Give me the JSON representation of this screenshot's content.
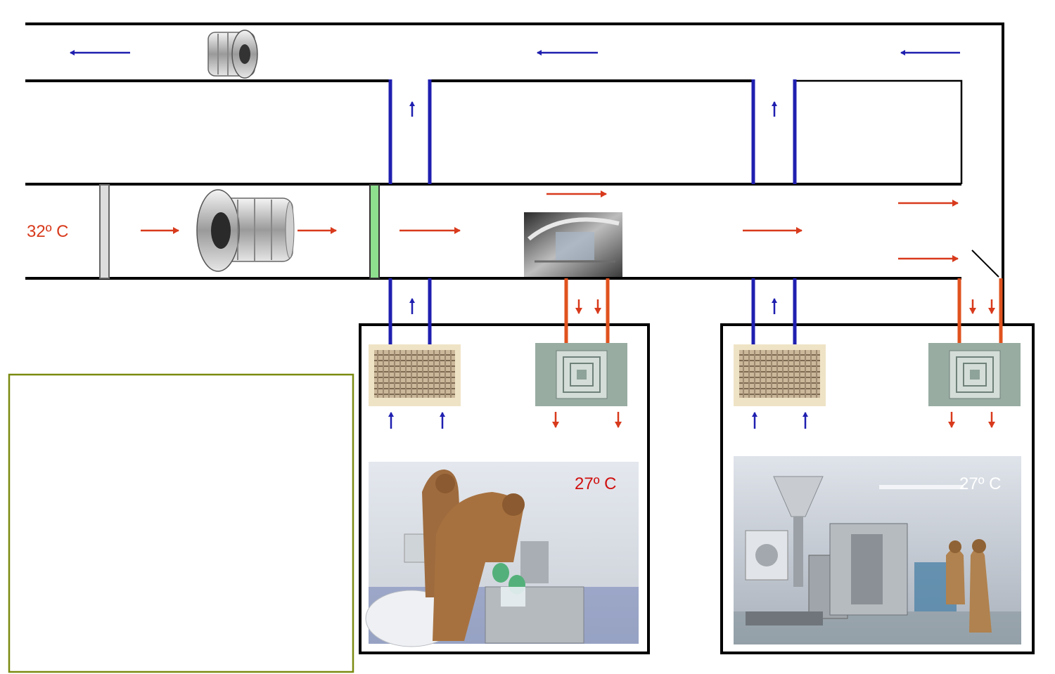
{
  "diagram": {
    "labels": {
      "intake_temp": "32º C",
      "room1_temp": "27º C",
      "room2_temp": "27º C"
    },
    "colors": {
      "duct_line": "#000000",
      "return_air": "#1f1fb0",
      "supply_air": "#d83a1c",
      "supply_duct": "#e0521e",
      "intake_temp_text": "#d83a1c",
      "room1_temp_text": "#d01010",
      "room2_temp_text": "#ffffff",
      "filter_green": "#8ee08e",
      "prefilter_gray": "#dddddd",
      "note_box_border": "#7a8a10"
    },
    "components": {
      "exhaust_fan": "axial-fan-icon",
      "supply_fan": "axial-fan-icon",
      "coil_unit": "heating-coil-photo",
      "return_grille": "return-air-grille",
      "supply_diffuser": "ceiling-diffuser",
      "room1_photo": "cleanroom-weighing-photo",
      "room2_photo": "cleanroom-packaging-machine-photo"
    }
  }
}
